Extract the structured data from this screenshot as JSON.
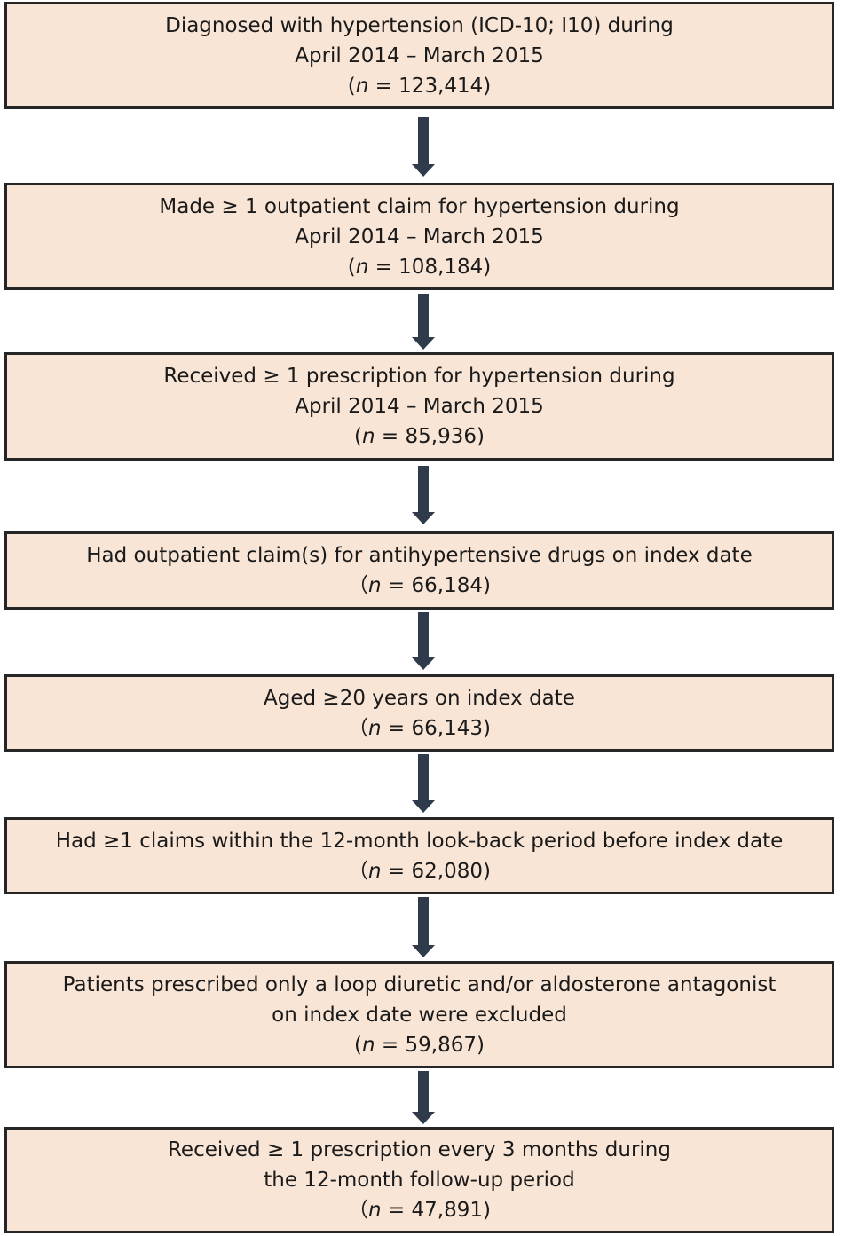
{
  "steps": [
    {
      "lines": [
        "Diagnosed with hypertension (ICD-10; I10) during",
        "April 2014 – March 2015"
      ],
      "n_prefix": "(",
      "n_value": "123,414",
      "n_suffix": ")"
    },
    {
      "lines": [
        "Made ≥ 1 outpatient claim for hypertension during",
        "April 2014 – March 2015"
      ],
      "n_prefix": "(",
      "n_value": "108,184",
      "n_suffix": ")"
    },
    {
      "lines": [
        "Received ≥ 1 prescription for hypertension during",
        "April 2014 – March 2015"
      ],
      "n_prefix": "(",
      "n_value": "85,936",
      "n_suffix": ")"
    },
    {
      "lines": [
        "Had outpatient claim(s) for antihypertensive drugs on index date"
      ],
      "n_prefix": "（",
      "n_value": "66,184",
      "n_suffix": ")"
    },
    {
      "lines": [
        "Aged ≥20 years on index date"
      ],
      "n_prefix": "（",
      "n_value": "66,143",
      "n_suffix": ")"
    },
    {
      "lines": [
        "Had ≥1 claims within the 12-month look-back period before index date"
      ],
      "n_prefix": "（",
      "n_value": "62,080",
      "n_suffix": ")"
    },
    {
      "lines": [
        "Patients prescribed only a loop diuretic and/or aldosterone antagonist",
        "on index date were excluded"
      ],
      "n_prefix": "(",
      "n_value": "59,867",
      "n_suffix": ")"
    },
    {
      "lines": [
        "Received ≥ 1 prescription every 3 months during",
        "the 12-month follow-up period"
      ],
      "n_prefix": "（",
      "n_value": "47,891",
      "n_suffix": ")"
    }
  ],
  "n_label": "n",
  "n_equals": " = "
}
